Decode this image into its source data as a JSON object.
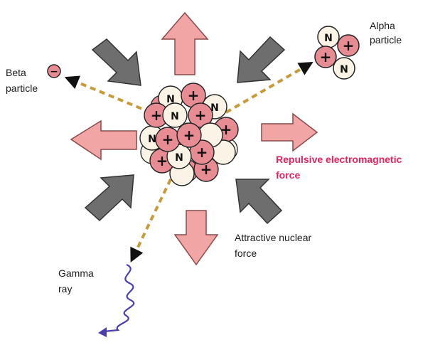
{
  "labels": {
    "alpha_line1": "Alpha",
    "alpha_line2": "particle",
    "beta_line1": "Beta",
    "beta_line2": "particle",
    "repulsive_line1": "Repulsive electromagnetic",
    "repulsive_line2": "force",
    "attractive_line1": "Attractive nuclear",
    "attractive_line2": "force",
    "gamma_line1": "Gamma",
    "gamma_line2": "ray"
  },
  "nucleon_symbols": {
    "neutron": "N",
    "proton": "+",
    "electron": "−"
  },
  "colors": {
    "repulsive_arrow": "#f2a5a5",
    "attractive_arrow": "#6e6e6e",
    "proton_fill": "#e88c94",
    "neutron_fill": "#fbf3e6",
    "outline": "#222222",
    "gamma_wave": "#4b3fb0",
    "repulsive_text": "#e0245e"
  }
}
